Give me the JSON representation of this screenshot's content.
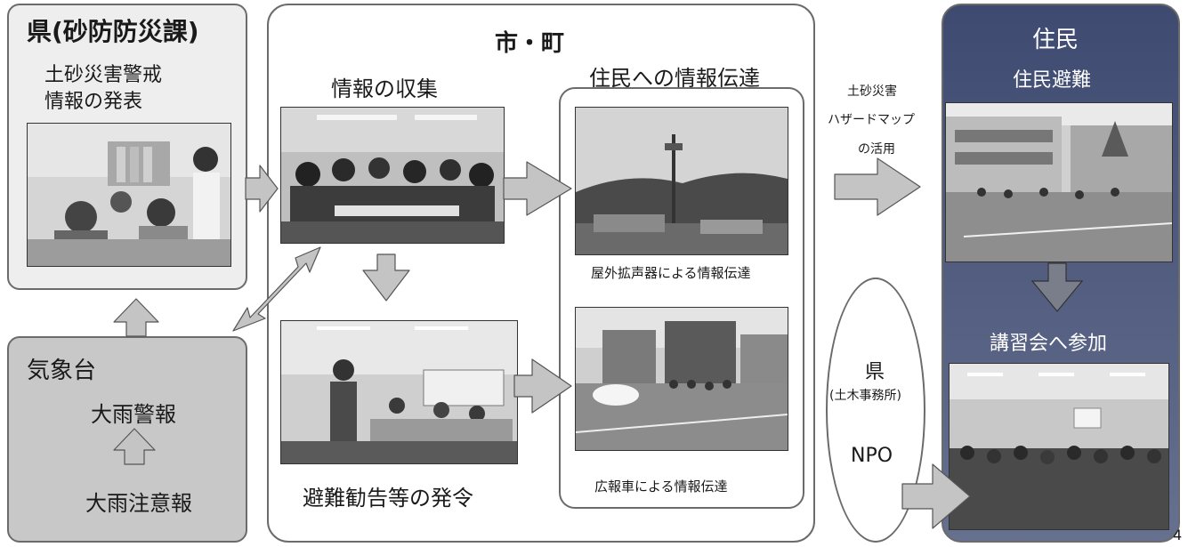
{
  "prefecture_box": {
    "title": "県(砂防防災課)",
    "subtitle_line1": "土砂災害警戒",
    "subtitle_line2": "情報の発表"
  },
  "weather_box": {
    "title": "気象台",
    "warning": "大雨警報",
    "advisory": "大雨注意報"
  },
  "city_box": {
    "title": "市・町",
    "collect_label": "情報の収集",
    "order_label": "避難勧告等の発令",
    "transmit_title": "住民への情報伝達",
    "speaker_caption": "屋外拡声器による情報伝達",
    "car_caption": "広報車による情報伝達"
  },
  "hazard_map": {
    "line1": "土砂災害",
    "line2": "ハザードマップ",
    "line3": "の活用"
  },
  "residents_box": {
    "title": "住民",
    "evacuation_label": "住民避難",
    "seminar_label": "講習会へ参加"
  },
  "support_oval": {
    "line1": "県",
    "line2": "(土木事務所)",
    "npo": "NPO"
  },
  "page_number": "4",
  "colors": {
    "box_fill_light": "#eeeeee",
    "box_fill_mid": "#c8c8c8",
    "residents_fill_top": "#4a5578",
    "residents_fill_bottom": "#6a7396",
    "arrow_fill": "#c4c4c4",
    "arrow_dark_fill": "#7a7e8a"
  }
}
